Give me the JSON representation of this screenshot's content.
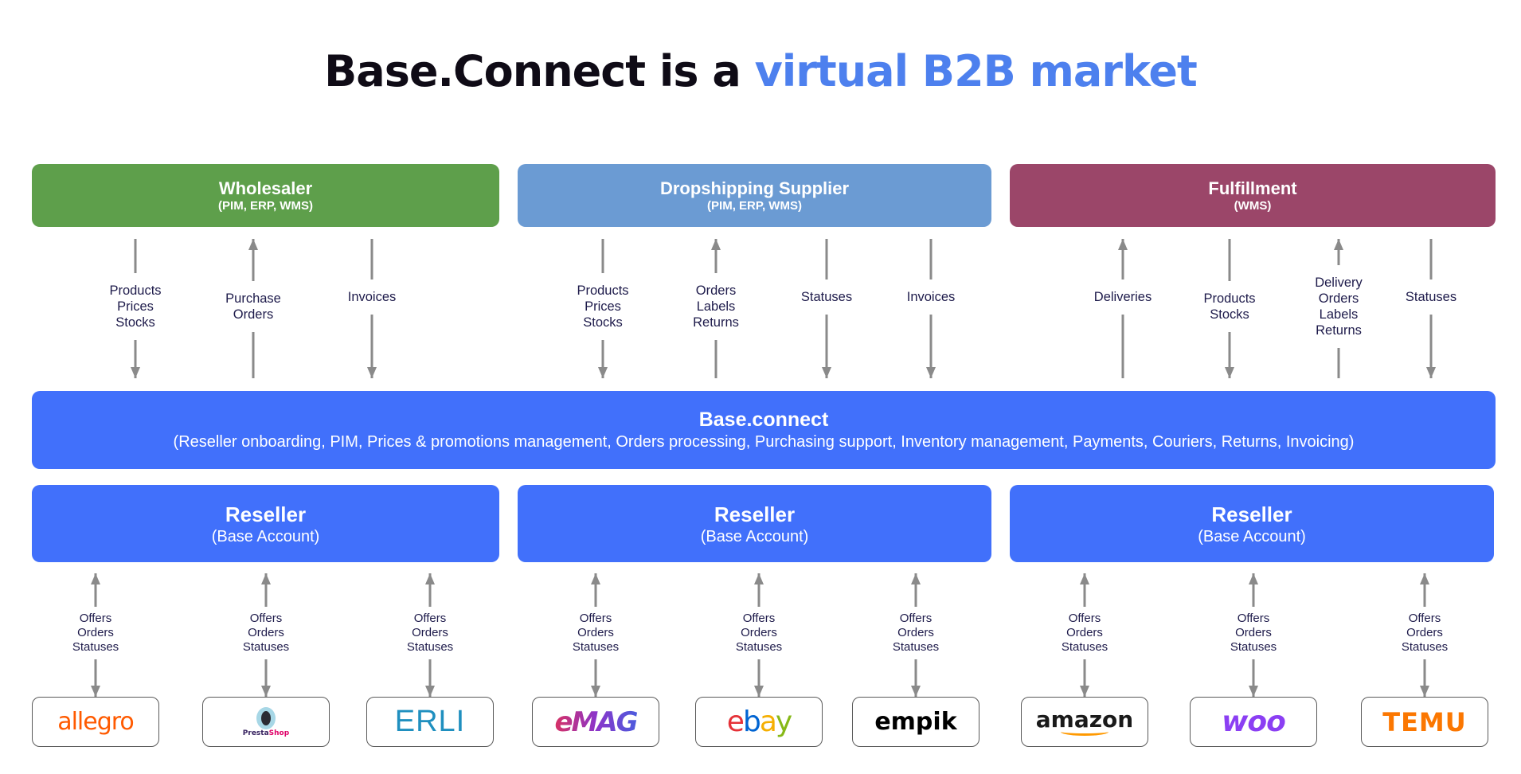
{
  "title": {
    "prefix": "Base.Connect is a ",
    "highlight": "virtual B2B market"
  },
  "colors": {
    "title_text": "#0f0b16",
    "title_highlight": "#4d80ee",
    "wholesaler": "#5e9f4b",
    "dropshipping": "#6b9bd3",
    "fulfillment": "#9b4669",
    "core": "#4170fb",
    "reseller": "#4170fb",
    "arrow": "#8a8a8a",
    "flow_text": "#1e1b4b"
  },
  "suppliers": [
    {
      "name": "Wholesaler",
      "sub": "(PIM, ERP, WMS)"
    },
    {
      "name": "Dropshipping Supplier",
      "sub": "(PIM, ERP, WMS)"
    },
    {
      "name": "Fulfillment",
      "sub": "(WMS)"
    }
  ],
  "supplier_flows": [
    {
      "label": [
        "Products",
        "Prices",
        "Stocks"
      ],
      "direction": "down"
    },
    {
      "label": [
        "Purchase",
        "Orders"
      ],
      "direction": "up"
    },
    {
      "label": [
        "Invoices"
      ],
      "direction": "down"
    },
    {
      "label": [
        "Products",
        "Prices",
        "Stocks"
      ],
      "direction": "down"
    },
    {
      "label": [
        "Orders",
        "Labels",
        "Returns"
      ],
      "direction": "up"
    },
    {
      "label": [
        "Statuses"
      ],
      "direction": "down"
    },
    {
      "label": [
        "Invoices"
      ],
      "direction": "down"
    },
    {
      "label": [
        "Deliveries"
      ],
      "direction": "up"
    },
    {
      "label": [
        "Products",
        "Stocks"
      ],
      "direction": "down"
    },
    {
      "label": [
        "Delivery",
        "Orders",
        "Labels",
        "Returns"
      ],
      "direction": "up"
    },
    {
      "label": [
        "Statuses"
      ],
      "direction": "down"
    }
  ],
  "core": {
    "name": "Base.connect",
    "sub": "(Reseller onboarding, PIM, Prices & promotions management, Orders processing, Purchasing support, Inventory management, Payments, Couriers, Returns, Invoicing)"
  },
  "resellers": [
    {
      "name": "Reseller",
      "sub": "(Base Account)"
    },
    {
      "name": "Reseller",
      "sub": "(Base Account)"
    },
    {
      "name": "Reseller",
      "sub": "(Base Account)"
    }
  ],
  "marketplace_flow_label": [
    "Offers",
    "Orders",
    "Statuses"
  ],
  "marketplaces": [
    {
      "name": "allegro",
      "icon": "allegro-logo"
    },
    {
      "name": "PrestaShop",
      "icon": "prestashop-logo"
    },
    {
      "name": "ERLI",
      "icon": "erli-logo"
    },
    {
      "name": "eMAG",
      "icon": "emag-logo"
    },
    {
      "name": "ebay",
      "icon": "ebay-logo"
    },
    {
      "name": "empik",
      "icon": "empik-logo"
    },
    {
      "name": "amazon",
      "icon": "amazon-logo"
    },
    {
      "name": "woo",
      "icon": "woocommerce-logo"
    },
    {
      "name": "TEMU",
      "icon": "temu-logo"
    }
  ]
}
